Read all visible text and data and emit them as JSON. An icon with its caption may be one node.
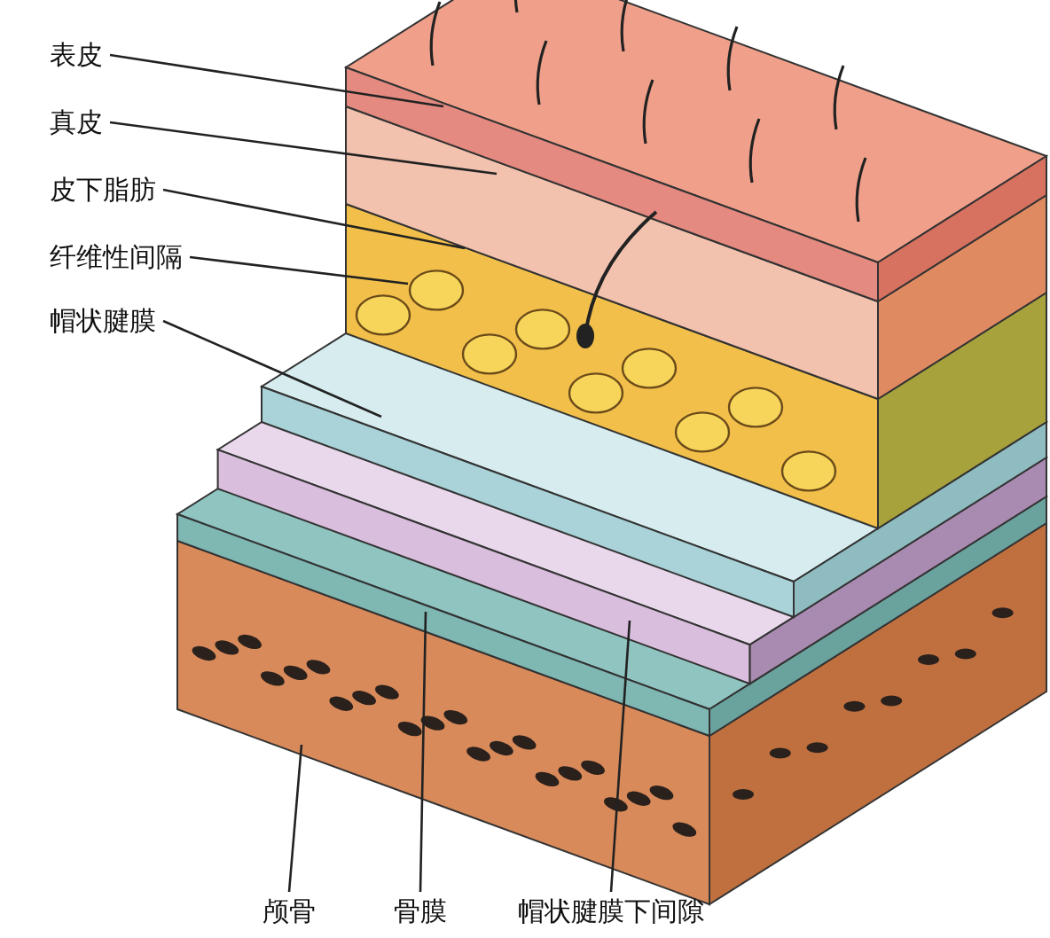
{
  "diagram": {
    "nodes": [
      {
        "text": [
          "表皮"
        ]
      },
      {
        "text": [
          "真皮"
        ]
      },
      {
        "text": [
          "皮下脂肪"
        ]
      },
      {
        "text": [
          "纤维性间隔"
        ]
      },
      {
        "text": [
          "帽状腱膜"
        ]
      },
      {
        "text": [
          "颅骨"
        ]
      },
      {
        "text": [
          "骨膜"
        ]
      },
      {
        "text": [
          "帽状腱膜下间隙"
        ]
      }
    ],
    "edges": [
      {
        "from": 0,
        "to": null,
        "arrow": "none"
      },
      {
        "from": 1,
        "to": null,
        "arrow": "none"
      },
      {
        "from": 2,
        "to": null,
        "arrow": "none"
      },
      {
        "from": 3,
        "to": null,
        "arrow": "none"
      },
      {
        "from": 4,
        "to": null,
        "arrow": "none"
      },
      {
        "from": 5,
        "to": null,
        "arrow": "none"
      },
      {
        "from": 6,
        "to": null,
        "arrow": "none"
      },
      {
        "from": 7,
        "to": null,
        "arrow": "none"
      }
    ]
  }
}
